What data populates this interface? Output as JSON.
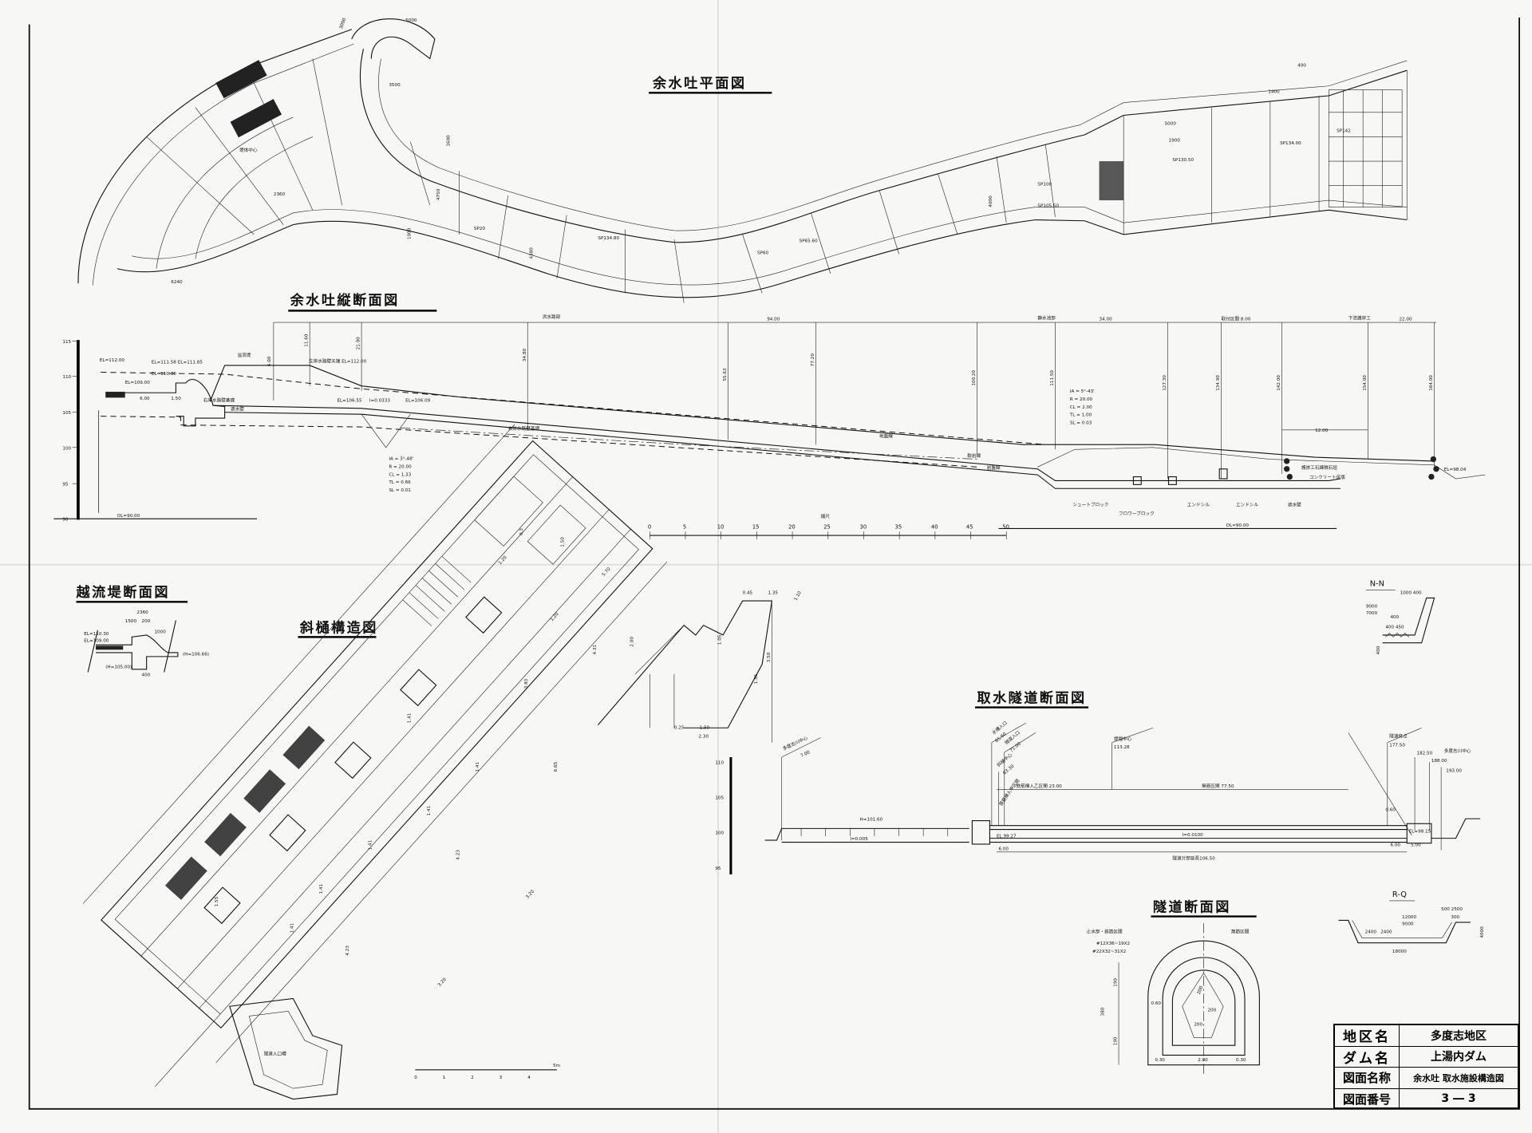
{
  "titles": {
    "plan": "余水吐平面図",
    "profile": "余水吐縦断面図",
    "weir": "越流堤断面図",
    "chute": "斜樋構造図",
    "intake_tunnel": "取水隧道断面図",
    "tunnel_section": "隧道断面図",
    "nn": "N-N",
    "rq": "R-Q"
  },
  "plan_labels": [
    "5000",
    "3000",
    "3500",
    "堤体中心",
    "SP20",
    "SP60",
    "SP65.60",
    "SP100",
    "SP105.50",
    "SP134.80",
    "SP130.50",
    "SP134.00",
    "SP142",
    "1400",
    "5000",
    "1900",
    "400",
    "4000",
    "2360",
    "1000",
    "6240",
    "4750",
    "1600",
    "4380"
  ],
  "profile": {
    "axis_ticks": [
      "115",
      "110",
      "105",
      "100",
      "95",
      "90"
    ],
    "dl_left": "DL=90.00",
    "dl_right": "DL=90.00",
    "sections": {
      "spill": "洪水路部",
      "spill_len": "94.00",
      "basin": "静水池部",
      "basin_len": "34.00",
      "transition": "取付区間 8.00",
      "downstream": "下流護岸工",
      "downstream_len": "22.00"
    },
    "stations": [
      "6.00",
      "11.60",
      "21.00",
      "34.80",
      "55.63",
      "77.20",
      "100.20",
      "111.50",
      "127.30",
      "134.90",
      "142.00",
      "154.00",
      "164.00"
    ],
    "labels": {
      "el112": "EL=112.00",
      "el11158": "EL=111.58",
      "el11185": "EL=111.85",
      "el11030": "EL=110.30",
      "el10900": "EL=109.00",
      "el10655": "EL=106.55",
      "el10609": "EL=106.09",
      "slope": "I=0.0333",
      "wall_top": "左岸水路壁天端  EL=112.00",
      "overflow": "溢流堤",
      "cutoff": "遮水壁",
      "right_wall": "右岸水路壁基礎",
      "ground": "地盤線",
      "soft_rock": "軟岩線",
      "hard_rock": "岩盤線",
      "stone_wall": "護岸工石練積石垣",
      "concrete": "コンクリート床版",
      "chute_block": "シュートブロック",
      "baffle_block": "フロワーブロック",
      "end_sill1": "エンドシル",
      "end_sill2": "エンドシル",
      "cutoff2": "遮水壁",
      "el9804": "EL=98.04",
      "d1200": "12.00",
      "d600": "6.00",
      "d150": "1.50"
    },
    "curve1": [
      "IA = 3°-48'",
      "R = 20.00",
      "CL = 1.33",
      "TL = 0.66",
      "SL = 0.01"
    ],
    "curve2": [
      "IA = 5°-43'",
      "R = 20.00",
      "CL = 2.00",
      "TL = 1.00",
      "SL = 0.03"
    ]
  },
  "scale_bar": {
    "label": "縮尺",
    "ticks": [
      "0",
      "5",
      "10",
      "15",
      "20",
      "25",
      "30",
      "35",
      "40",
      "45",
      "50"
    ]
  },
  "weir": {
    "labels": [
      "2360",
      "1500",
      "200",
      "EL=110.30",
      "EL=109.00",
      "1000",
      "(H=106.66)",
      "(H=105.00)",
      "400"
    ]
  },
  "chute": {
    "labels": [
      "5.70",
      "1.50",
      "0.3",
      "1.20",
      "4.31",
      "3.83",
      "6.65",
      "4.23",
      "4.23",
      "3.20",
      "3.20",
      "2.00",
      "1.20",
      "1.41",
      "1.41",
      "1.41",
      "1.41",
      "1.41",
      "1.41",
      "1.55",
      "0.45",
      "1.35",
      "1.05",
      "1.10",
      "1.55",
      "3.50",
      "2.30",
      "0.25",
      "1.50",
      "隧道入口槽"
    ],
    "small_scale_ticks": [
      "0",
      "1",
      "2",
      "3",
      "4",
      "5m"
    ]
  },
  "intake": {
    "axis_ticks": [
      "110",
      "105",
      "100",
      "95"
    ],
    "labels": {
      "river_left": "多度志川中心",
      "river_left_st": "7.00",
      "gate_in": "水槽入口",
      "gate_in_st": "65.60",
      "tunnel_in": "隧道入口",
      "tunnel_in_st": "71.00",
      "chute_c": "斜樋中心",
      "chute_c_st": "63.30",
      "rebar_a": "鉄筋挿入甲区間",
      "rebar_b": "鉄筋挿入乙区間 23.00",
      "dam_c": "堤堰中心",
      "dam_c_st": "113.28",
      "no_rebar": "無筋区間 77.50",
      "tunnel_end": "隧道終点",
      "tunnel_end_st": "177.50",
      "st18250": "182.50",
      "st18800": "188.00",
      "river_right": "多度志川中心",
      "river_right_st": "193.00",
      "h": "H=101.60",
      "i1": "I=0.005",
      "i2": "I=0.0100",
      "el9927": "EL.99.27",
      "el9815": "EL=98.15",
      "d600a": "6.00",
      "d600b": "6.00",
      "d500": "5.00",
      "d060": "0.60",
      "total": "隧道分部延長106.50"
    }
  },
  "tunnel_section": {
    "left_zone": "止水部・鉄筋区間",
    "right_zone": "無筋区間",
    "rebar1": "#12X36~19X2",
    "rebar2": "#22X32~31X2",
    "dims": [
      "380",
      "190",
      "190",
      "0.60",
      "200",
      "200",
      "200",
      "0.30",
      "2.00",
      "0.30"
    ]
  },
  "rq": {
    "labels": [
      "500 2500",
      "300",
      "12000",
      "9000",
      "2400",
      "2400",
      "18000",
      "4000"
    ]
  },
  "nn": {
    "labels": [
      "1000 400",
      "9000",
      "7000",
      "400",
      "400 450",
      "400"
    ]
  },
  "title_block": {
    "rows": [
      {
        "key": "地区名",
        "value": "多度志地区"
      },
      {
        "key": "ダム名",
        "value": "上湯内ダム"
      },
      {
        "key": "図面名称",
        "value": "余水吐  取水施設構造図"
      },
      {
        "key": "図面番号",
        "value": "3 ― 3"
      }
    ]
  }
}
